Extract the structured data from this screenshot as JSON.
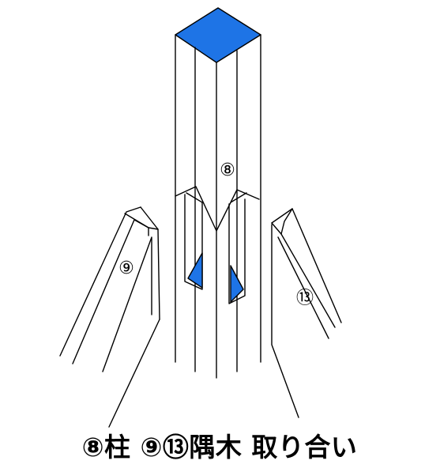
{
  "labels": {
    "post": "⑧",
    "hip_left": "⑨",
    "hip_right": "⑬"
  },
  "caption": "⑧柱 ⑨⑬隅木 取り合い",
  "colors": {
    "accent": "#1e74e6",
    "line": "#000000",
    "background": "#ffffff"
  }
}
